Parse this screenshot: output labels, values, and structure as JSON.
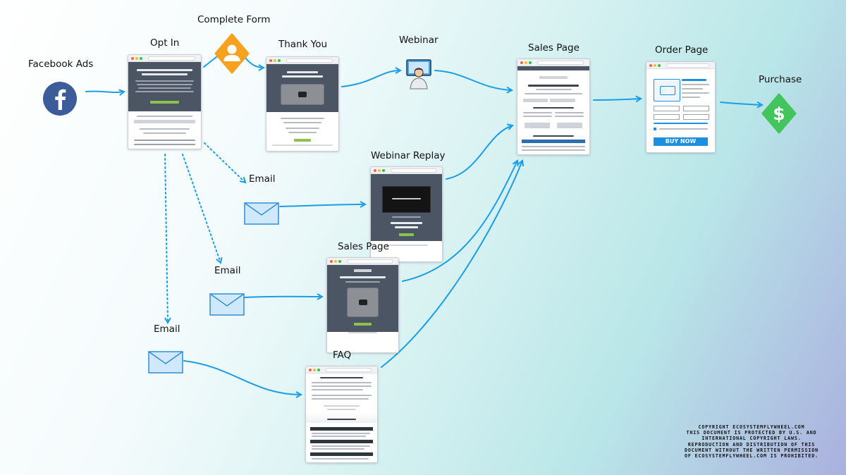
{
  "nodes": {
    "facebook_ads": "Facebook Ads",
    "opt_in": "Opt In",
    "complete_form": "Complete Form",
    "thank_you": "Thank You",
    "webinar": "Webinar",
    "sales_page_1": "Sales Page",
    "order_page": "Order Page",
    "purchase": "Purchase",
    "webinar_replay": "Webinar Replay",
    "email_1": "Email",
    "sales_page_2": "Sales Page",
    "email_2": "Email",
    "email_3": "Email",
    "faq": "FAQ"
  },
  "order_form": {
    "buy_button": "BUY NOW"
  },
  "colors": {
    "arrow": "#1a9ee8",
    "facebook": "#3b5c99",
    "form_icon": "#f6a21e",
    "purchase_icon": "#41c55c",
    "envelope_fill": "#cfe8fa",
    "envelope_stroke": "#2e8fd8",
    "buy_button": "#1d8fe0"
  },
  "copyright": [
    "COPYRIGHT ECOSYSTEMFLYWHEEL.COM",
    "THIS DOCUMENT IS PROTECTED BY U.S. AND",
    "INTERNATIONAL COPYRIGHT LAWS.",
    "REPRODUCTION AND DISTRIBUTION OF THIS",
    "DOCUMENT WITHOUT THE WRITTEN PERMISSION",
    "OF ECOSYSTEMFLYWHEEL.COM IS PROHIBITED."
  ]
}
